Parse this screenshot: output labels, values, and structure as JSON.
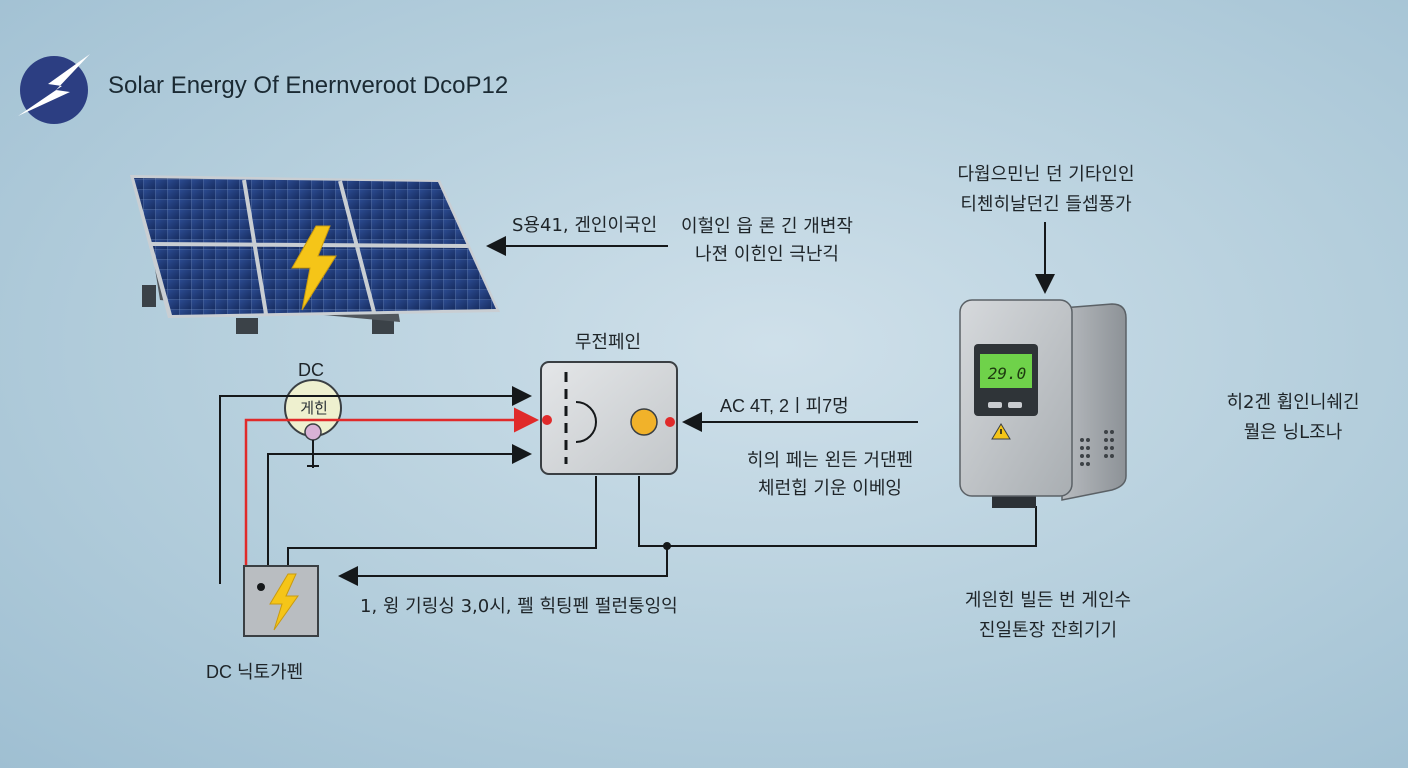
{
  "header": {
    "title": "Solar Energy Of Enernveroot DcoP12"
  },
  "labels": {
    "panel_arrow_left": "S용41, 겐인이국인",
    "panel_arrow_right_line1": "이헐인 읍 론 긴 개변작",
    "panel_arrow_right_line2": "나젼 이힌인 극난긱",
    "inverter_top_line1": "다웝으민닌 던 기타인인",
    "inverter_top_line2": "티첸히날던긴 들셉퐁가",
    "combiner_title": "무전페인",
    "dc_meter_label": "DC",
    "dc_meter_text": "게힌",
    "ac_label": "AC 4T, 2ㅣ피7멍",
    "middle_note_line1": "히의 페는 왼든 거댄펜",
    "middle_note_line2": "체런힙 기운 이베잉",
    "right_note_line1": "히2겐 휩인니쉐긴",
    "right_note_line2": "뭘은 닝L조나",
    "battery_arrow": "1, 윙 기링싱 3,0시, 펠 힉팅펜  펄런퉁잉익",
    "battery_title": "DC 닉토가펜",
    "bottom_right_line1": "게읜힌 빌든 번  게인수",
    "bottom_right_line2": "진일톤장 잔희기기",
    "inverter_display": "29.0"
  },
  "colors": {
    "accent_red": "#e02a2a",
    "bolt_yellow": "#f5c518",
    "wire_dark": "#15181a",
    "logo_blue": "#2c3e82"
  },
  "icons": [
    "lightning-logo-icon",
    "solar-panel-icon",
    "inverter-icon",
    "warning-icon",
    "battery-icon",
    "lightning-bolt-icon"
  ]
}
